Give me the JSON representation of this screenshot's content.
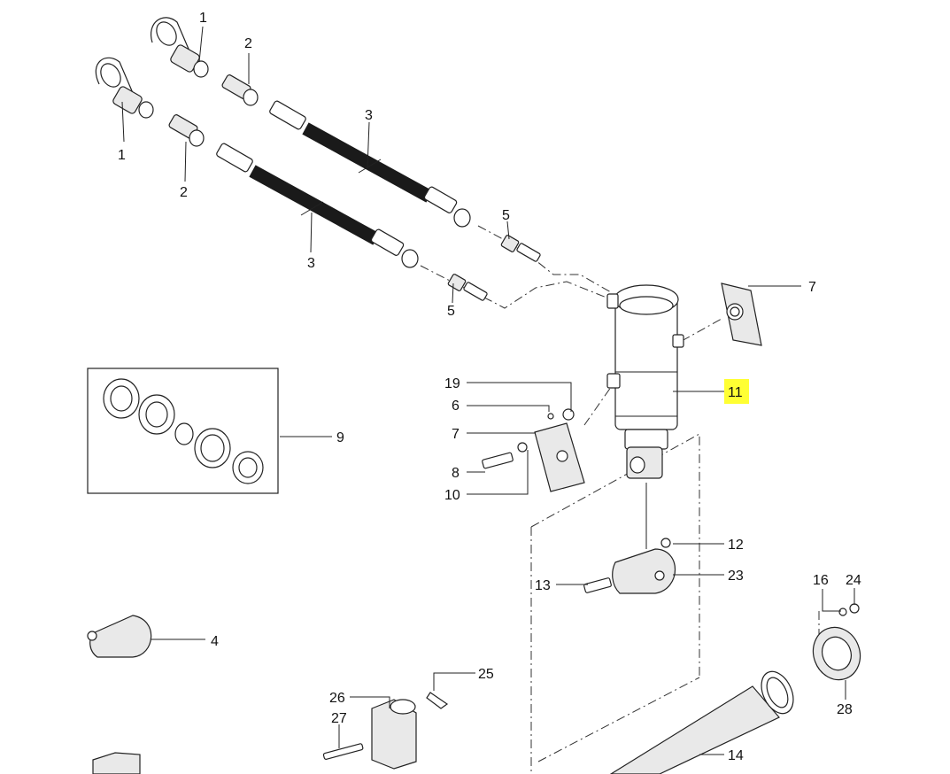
{
  "diagram": {
    "labels": {
      "p1a": "1",
      "p1b": "1",
      "p2a": "2",
      "p2b": "2",
      "p3a": "3",
      "p3b": "3",
      "p4": "4",
      "p5a": "5",
      "p5b": "5",
      "p6": "6",
      "p7a": "7",
      "p7b": "7",
      "p8": "8",
      "p9": "9",
      "p10": "10",
      "p11": "11",
      "p12": "12",
      "p13": "13",
      "p14": "14",
      "p16": "16",
      "p19": "19",
      "p23": "23",
      "p24": "24",
      "p25": "25",
      "p26": "26",
      "p27": "27",
      "p28": "28"
    },
    "highlight_color": "#ffff33"
  }
}
